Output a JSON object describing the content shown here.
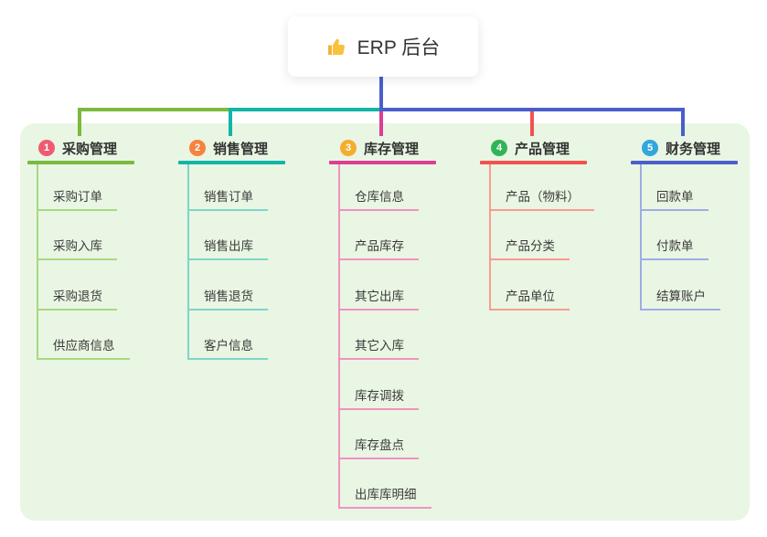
{
  "root": {
    "title": "ERP 后台",
    "icon": "thumbs-up-icon"
  },
  "colors": {
    "root_line": "#4A5FC9",
    "panel_bg": "#E9F6E3",
    "text": "#333333",
    "root_bg": "#ffffff"
  },
  "branches": [
    {
      "num": "1",
      "label": "采购管理",
      "badge_color": "#EF5B73",
      "line_color": "#7CB93F",
      "line_light": "#A9D983",
      "children": [
        "采购订单",
        "采购入库",
        "采购退货",
        "供应商信息"
      ]
    },
    {
      "num": "2",
      "label": "销售管理",
      "badge_color": "#F6833F",
      "line_color": "#13B5A9",
      "line_light": "#7ED5CA",
      "children": [
        "销售订单",
        "销售出库",
        "销售退货",
        "客户信息"
      ]
    },
    {
      "num": "3",
      "label": "库存管理",
      "badge_color": "#F5AD2E",
      "line_color": "#DD3D94",
      "line_light": "#F291C3",
      "children": [
        "仓库信息",
        "产品库存",
        "其它出库",
        "其它入库",
        "库存调拨",
        "库存盘点",
        "出库库明细"
      ]
    },
    {
      "num": "4",
      "label": "产品管理",
      "badge_color": "#31B457",
      "line_color": "#F25350",
      "line_light": "#F89B94",
      "children": [
        "产品（物料）",
        "产品分类",
        "产品单位"
      ]
    },
    {
      "num": "5",
      "label": "财务管理",
      "badge_color": "#32A6DD",
      "line_color": "#4A5FC9",
      "line_light": "#9EADE4",
      "children": [
        "回款单",
        "付款单",
        "结算账户"
      ]
    }
  ]
}
